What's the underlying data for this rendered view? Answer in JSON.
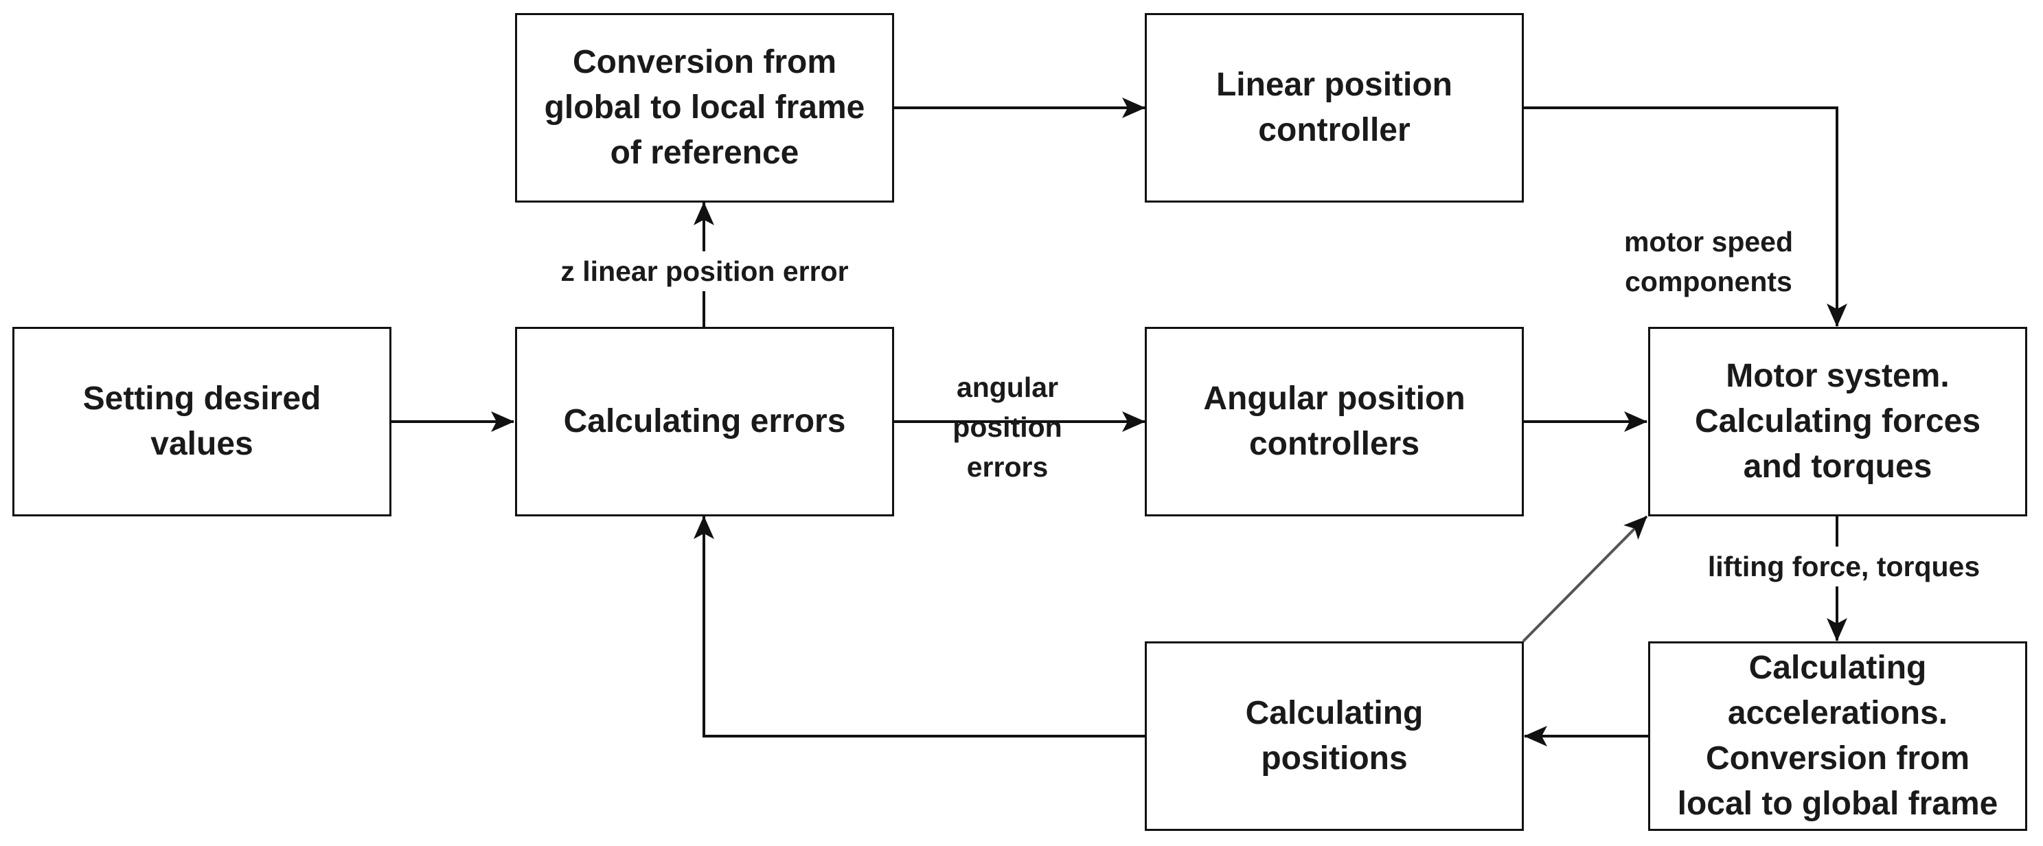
{
  "diagram": {
    "nodes": {
      "setting_desired_values": "Setting desired\nvalues",
      "calculating_errors": "Calculating errors",
      "conversion_global_to_local": "Conversion from\nglobal to local frame\nof reference",
      "linear_position_controller": "Linear position\ncontroller",
      "angular_position_controllers": "Angular position\ncontrollers",
      "motor_system": "Motor system.\nCalculating forces\nand torques",
      "calculating_accelerations": "Calculating\naccelerations.\nConversion from\nlocal to global frame",
      "calculating_positions": "Calculating\npositions"
    },
    "edge_labels": {
      "z_linear_position_error": "z linear position error",
      "angular_position_errors": "angular\nposition\nerrors",
      "motor_speed_components": "motor speed\ncomponents",
      "lifting_force_torques": "lifting force, torques"
    },
    "colors": {
      "stroke": "#111111",
      "text": "#1a1a1a",
      "background": "#ffffff"
    }
  }
}
